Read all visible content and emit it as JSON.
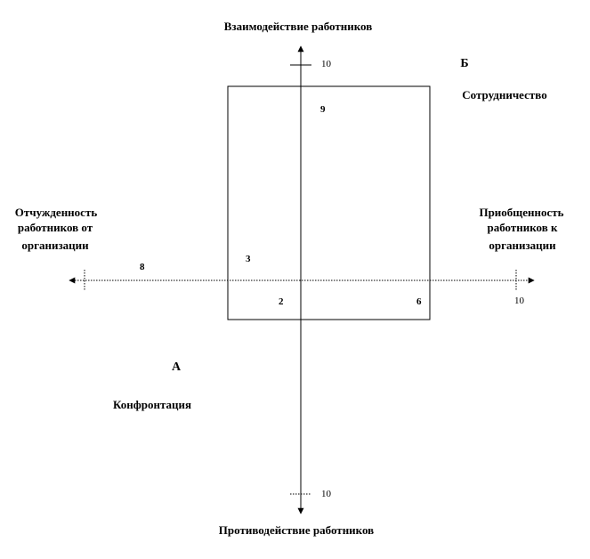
{
  "labels": {
    "top": "Взаимодействие работников",
    "bottom": "Противодействие работников",
    "left_line1": "Отчужденность",
    "left_line2": "работников от",
    "left_line3": "организации",
    "right_line1": "Приобщенность",
    "right_line2": "работников к",
    "right_line3": "организации"
  },
  "quadrants": {
    "a_letter": "А",
    "a_name": "Конфронтация",
    "b_letter": "Б",
    "b_name": "Сотрудничество"
  },
  "scale": {
    "top": "10",
    "bottom": "10",
    "right": "10"
  },
  "points": {
    "top": "9",
    "left_outer": "8",
    "left": "3",
    "bottom": "2",
    "right": "6"
  },
  "colors": {
    "line": "#000000",
    "background": "#ffffff"
  }
}
